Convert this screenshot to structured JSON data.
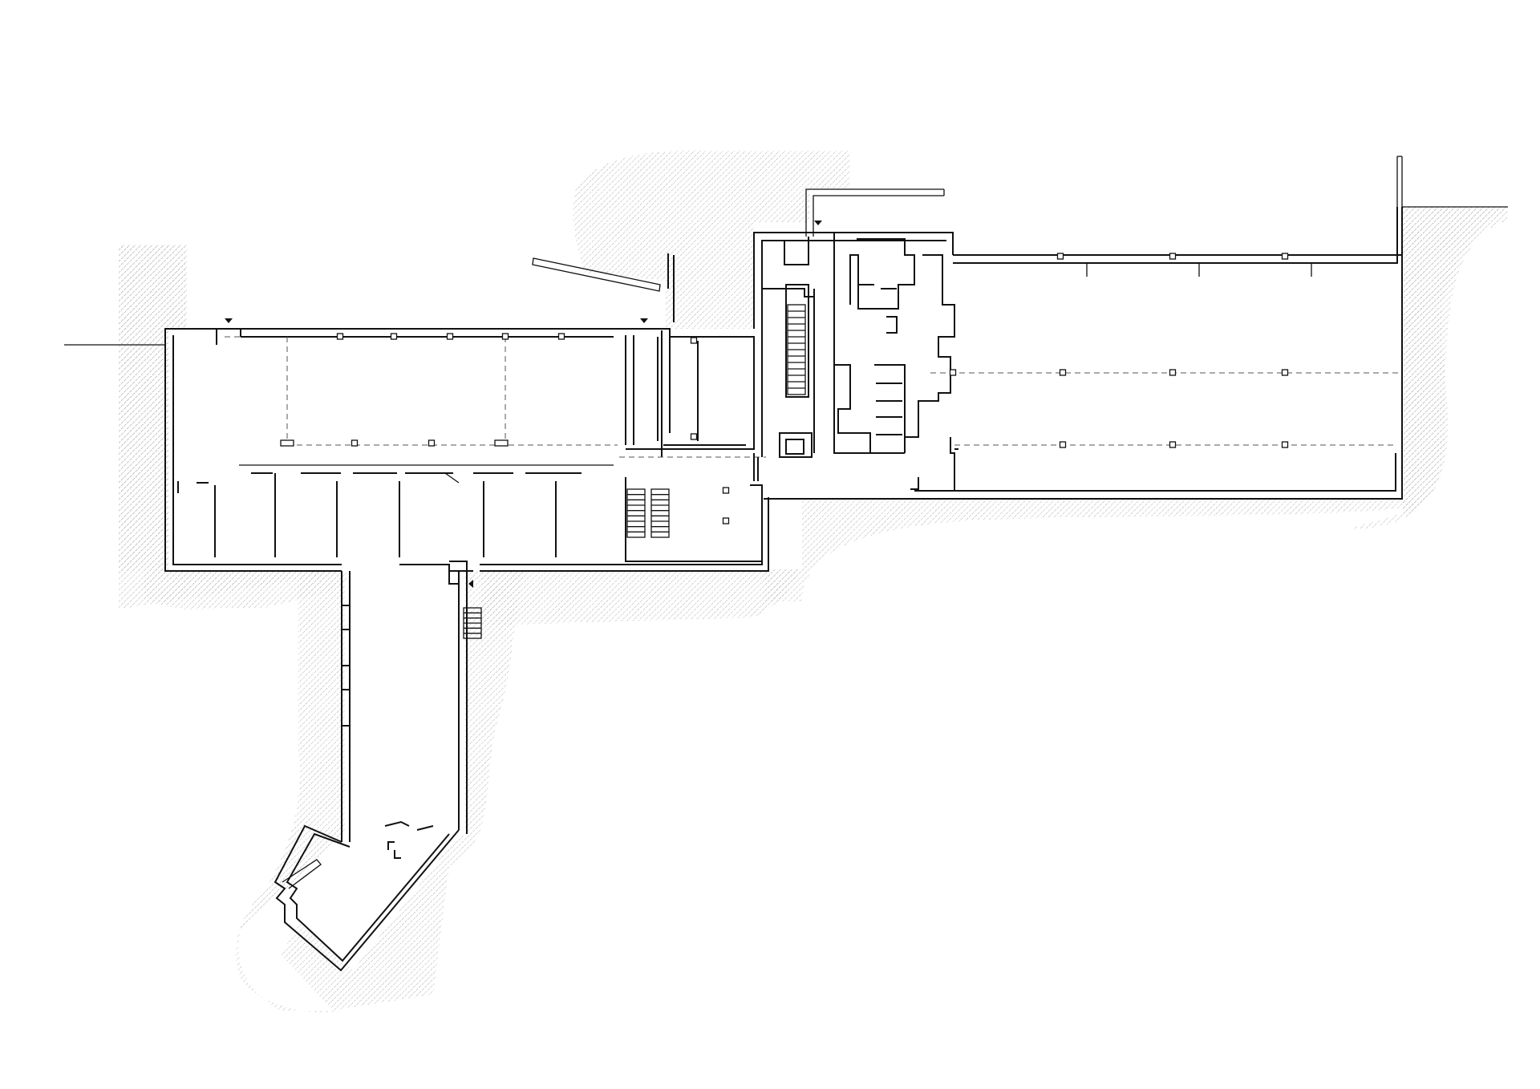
{
  "drawing": {
    "type": "floor-plan",
    "style": "black line drawing on white with hatched earth",
    "colors": {
      "line": "#111111",
      "hatch": "#9a9a9a",
      "background": "#ffffff"
    }
  },
  "entrance_markers": 4,
  "stairs": 4,
  "icons": [
    "entrance-triangle-icon",
    "stair-icon",
    "column-icon"
  ]
}
